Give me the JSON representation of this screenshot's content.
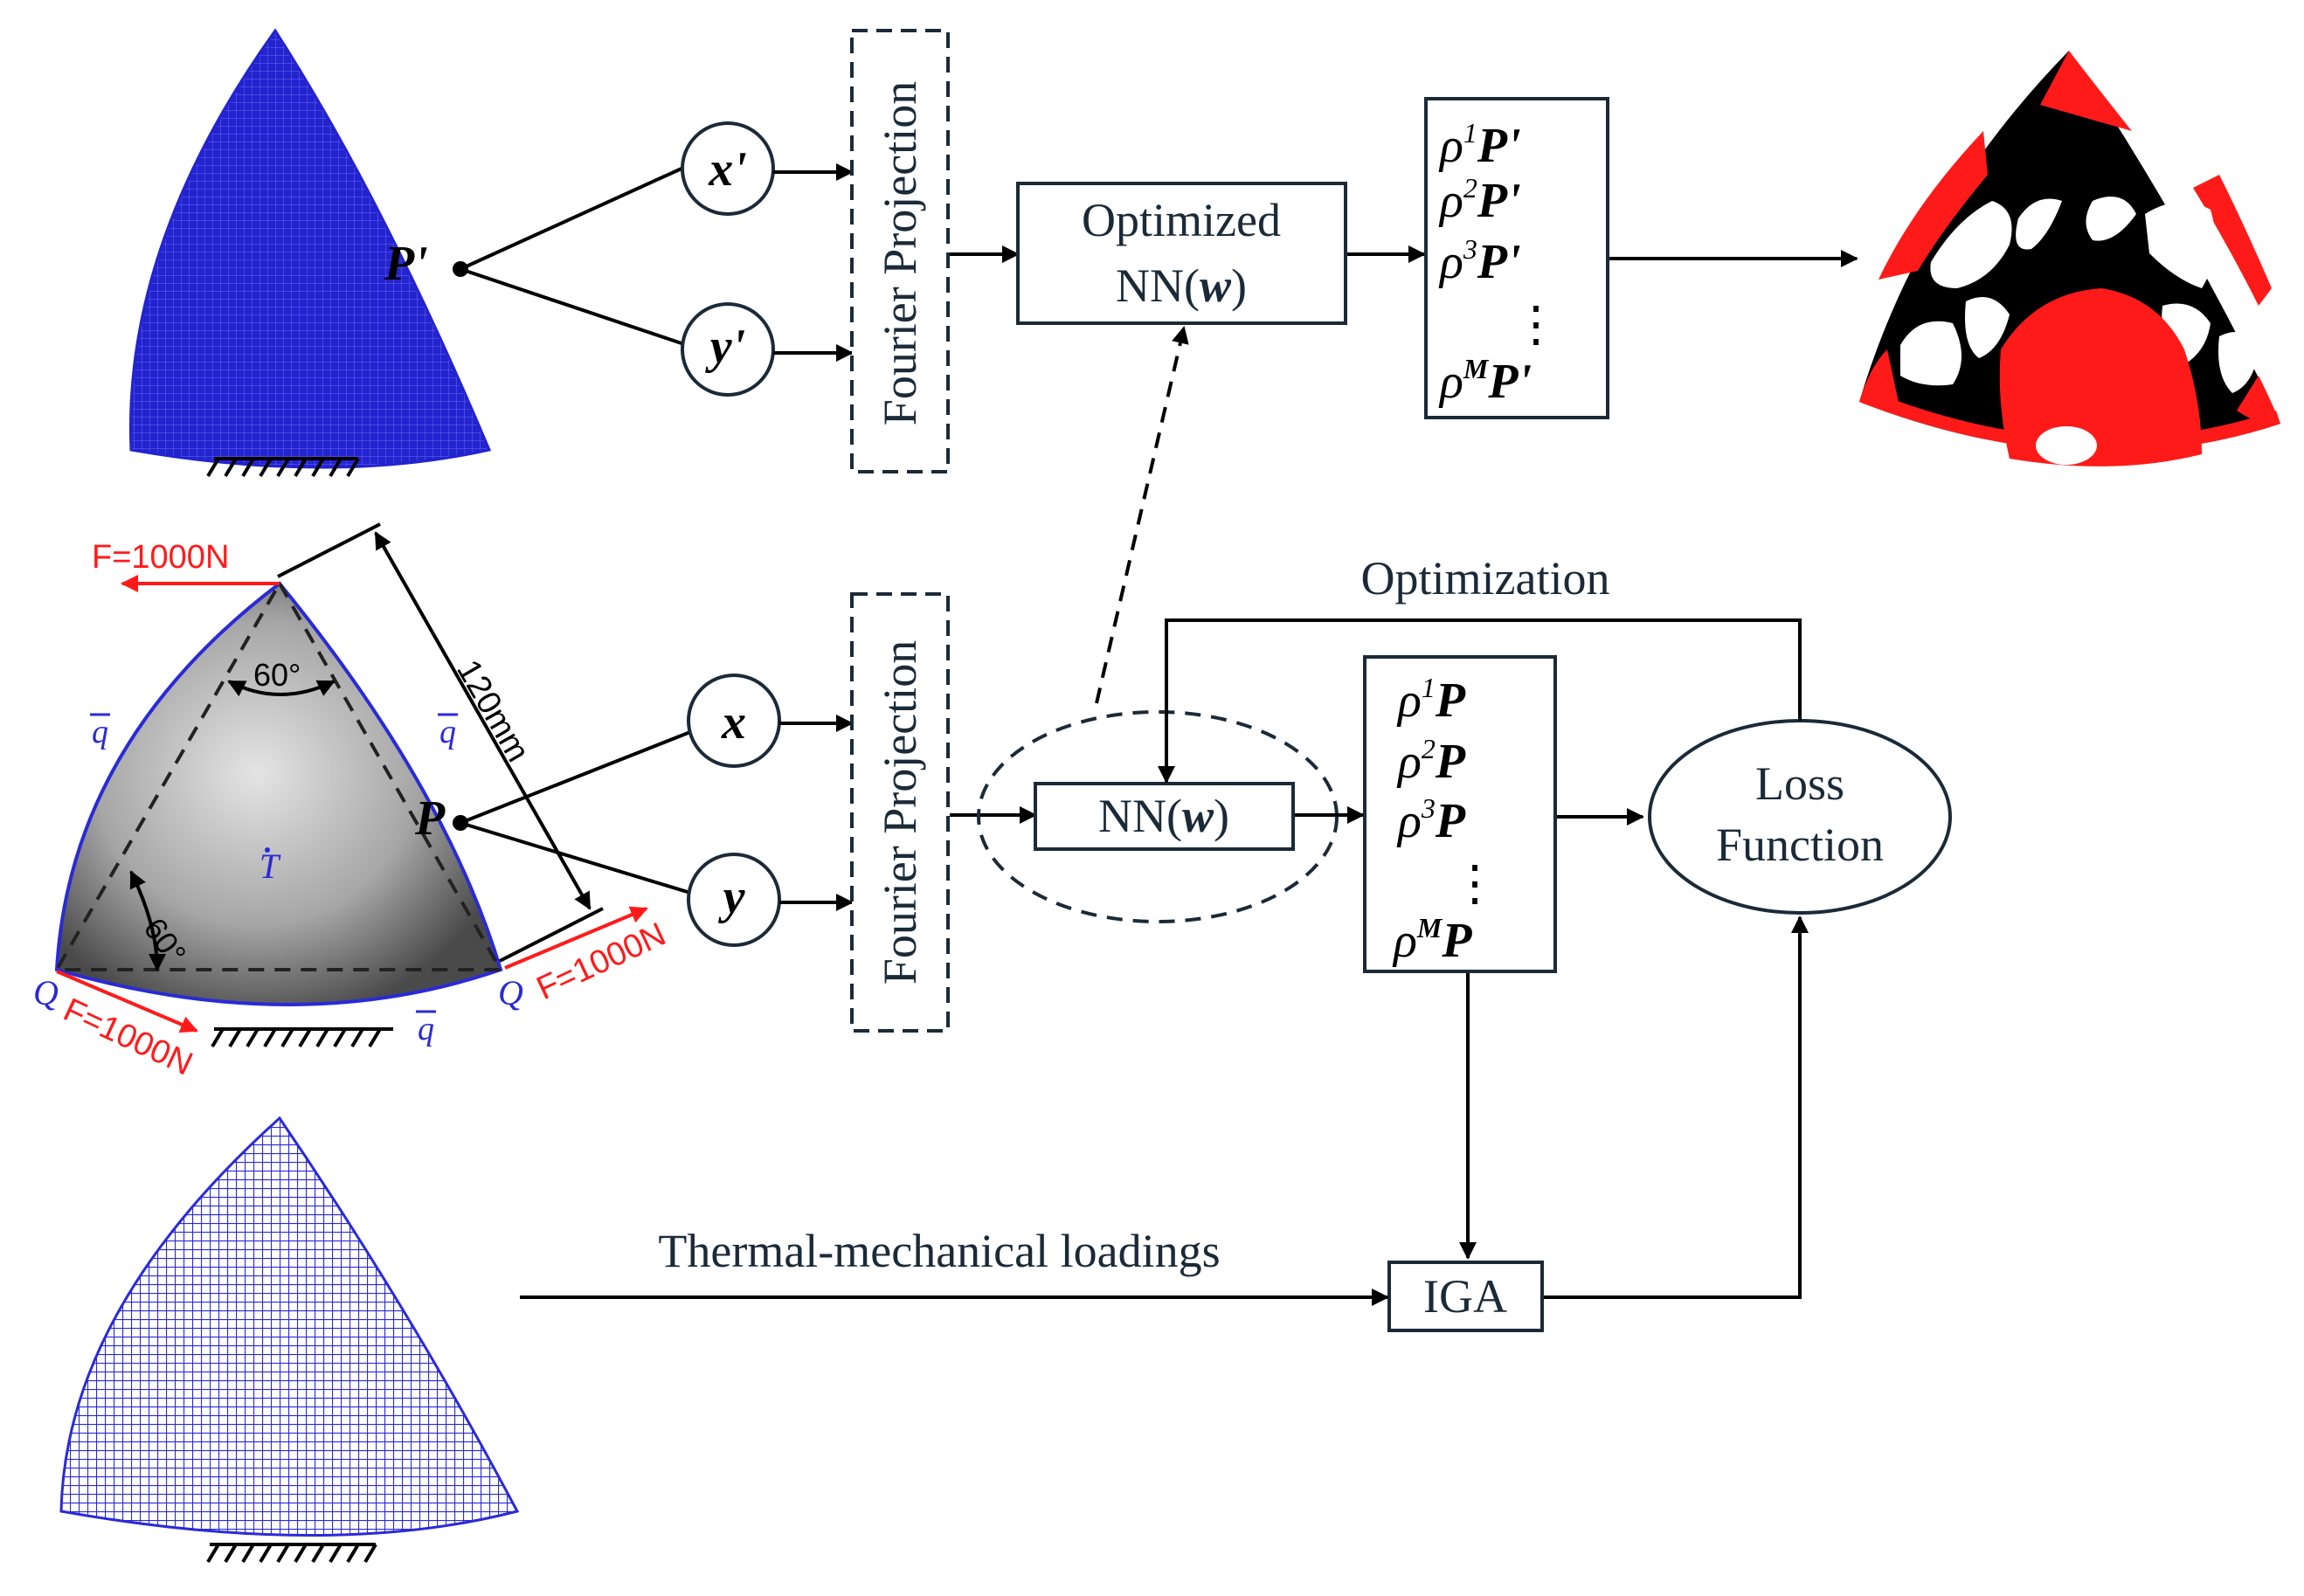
{
  "point_labels": {
    "p_prime": "P'",
    "p": "P",
    "q": "Q",
    "t": "T"
  },
  "variables": {
    "x_prime": "x'",
    "y_prime": "y'",
    "x": "x",
    "y": "y"
  },
  "boxes": {
    "fourier_top": "Fourier Projection",
    "fourier_bottom": "Fourier Projection",
    "optimized_nn_line1": "Optimized",
    "optimized_nn_line2_prefix": "NN(",
    "optimized_nn_line2_var": "w",
    "optimized_nn_line2_suffix": ")",
    "nn_prefix": "NN(",
    "nn_var": "w",
    "nn_suffix": ")",
    "loss_line1": "Loss",
    "loss_line2": "Function",
    "iga": "IGA"
  },
  "density": {
    "rho": "ρ",
    "sup": [
      "1",
      "2",
      "3",
      "M"
    ],
    "arg_prime": "P'",
    "arg": "P",
    "vdots": "⋮"
  },
  "labels": {
    "optimization": "Optimization",
    "thermal": "Thermal-mechanical loadings",
    "force_top": "F=1000N",
    "force_right": "F=1000N",
    "force_left": "F=1000N",
    "dimension": "120mm",
    "angle_top": "60°",
    "angle_left": "60°",
    "q_bar": "q"
  },
  "colors": {
    "mesh_blue": "#2323d0",
    "force_red": "#ff1a1a",
    "box_stroke": "#1b2a38"
  }
}
